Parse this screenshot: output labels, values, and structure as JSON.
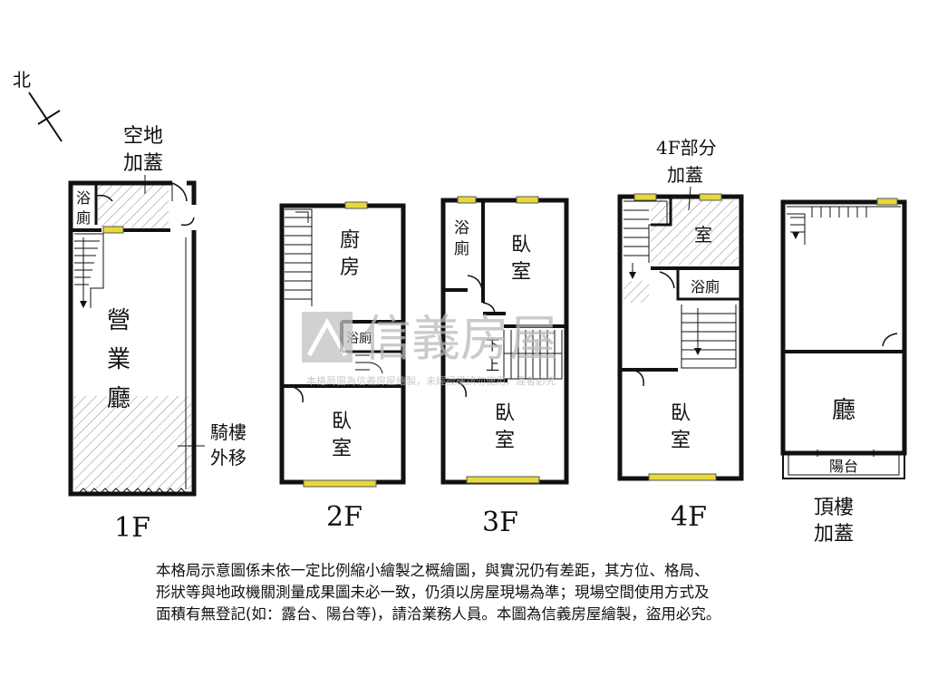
{
  "compass": {
    "north": "北"
  },
  "floors": {
    "f1": {
      "label": "1F",
      "annex_line1": "空地",
      "annex_line2": "加蓋",
      "bath_1": "浴",
      "bath_2": "廁",
      "main_1": "營",
      "main_2": "業",
      "main_3": "廳",
      "arcade_1": "騎樓",
      "arcade_2": "外移"
    },
    "f2": {
      "label": "2F",
      "kitchen_1": "廚",
      "kitchen_2": "房",
      "bath": "浴廁",
      "bed_1": "臥",
      "bed_2": "室"
    },
    "f3": {
      "label": "3F",
      "bath_1": "浴",
      "bath_2": "廁",
      "bedA_1": "臥",
      "bedA_2": "室",
      "stair_down": "下",
      "stair_up": "上",
      "bedB_1": "臥",
      "bedB_2": "室"
    },
    "f4": {
      "label": "4F",
      "annex_line1": "4F部分",
      "annex_line2": "加蓋",
      "room": "室",
      "bath": "浴廁",
      "bed_1": "臥",
      "bed_2": "室"
    },
    "roof": {
      "label_1": "頂樓",
      "label_2": "加蓋",
      "hall": "廳",
      "balcony": "陽台"
    }
  },
  "watermark": {
    "brand": "信義房屋",
    "notice": "本格局圖為信義房屋繪製，未經授權請勿使用，違者必究"
  },
  "disclaimer": {
    "line1": "本格局示意圖係未依一定比例縮小繪製之概繪圖，與實況仍有差距，其方位、格局、",
    "line2": "形狀等與地政機關測量成果圖未必一致，仍須以房屋現場為準；現場空間使用方式及",
    "line3": "面積有無登記(如：露台、陽台等)，請洽業務人員。本圖為信義房屋繪製，盜用必究。"
  },
  "colors": {
    "wall": "#111111",
    "window": "#e8d83a",
    "hatch": "#8a8a8a",
    "watermark": "#b9b9b9"
  }
}
